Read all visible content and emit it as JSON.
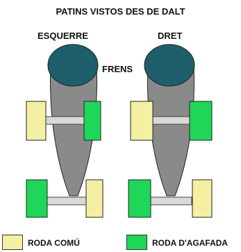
{
  "title": "PATINS VISTOS DES DE DALT",
  "skates": {
    "left_label": "ESQUERRE",
    "right_label": "DRET",
    "brakes_label": "FRENS"
  },
  "legend": [
    {
      "label": "RODA COMÚ",
      "color": "#f5efa3"
    },
    {
      "label": "RODA D'AGAFADA",
      "color": "#1fd659"
    }
  ],
  "colors": {
    "brake": "#1f5e6b",
    "body": "#8a8a8a",
    "axle": "#d9d9d9",
    "outline": "#222222"
  }
}
